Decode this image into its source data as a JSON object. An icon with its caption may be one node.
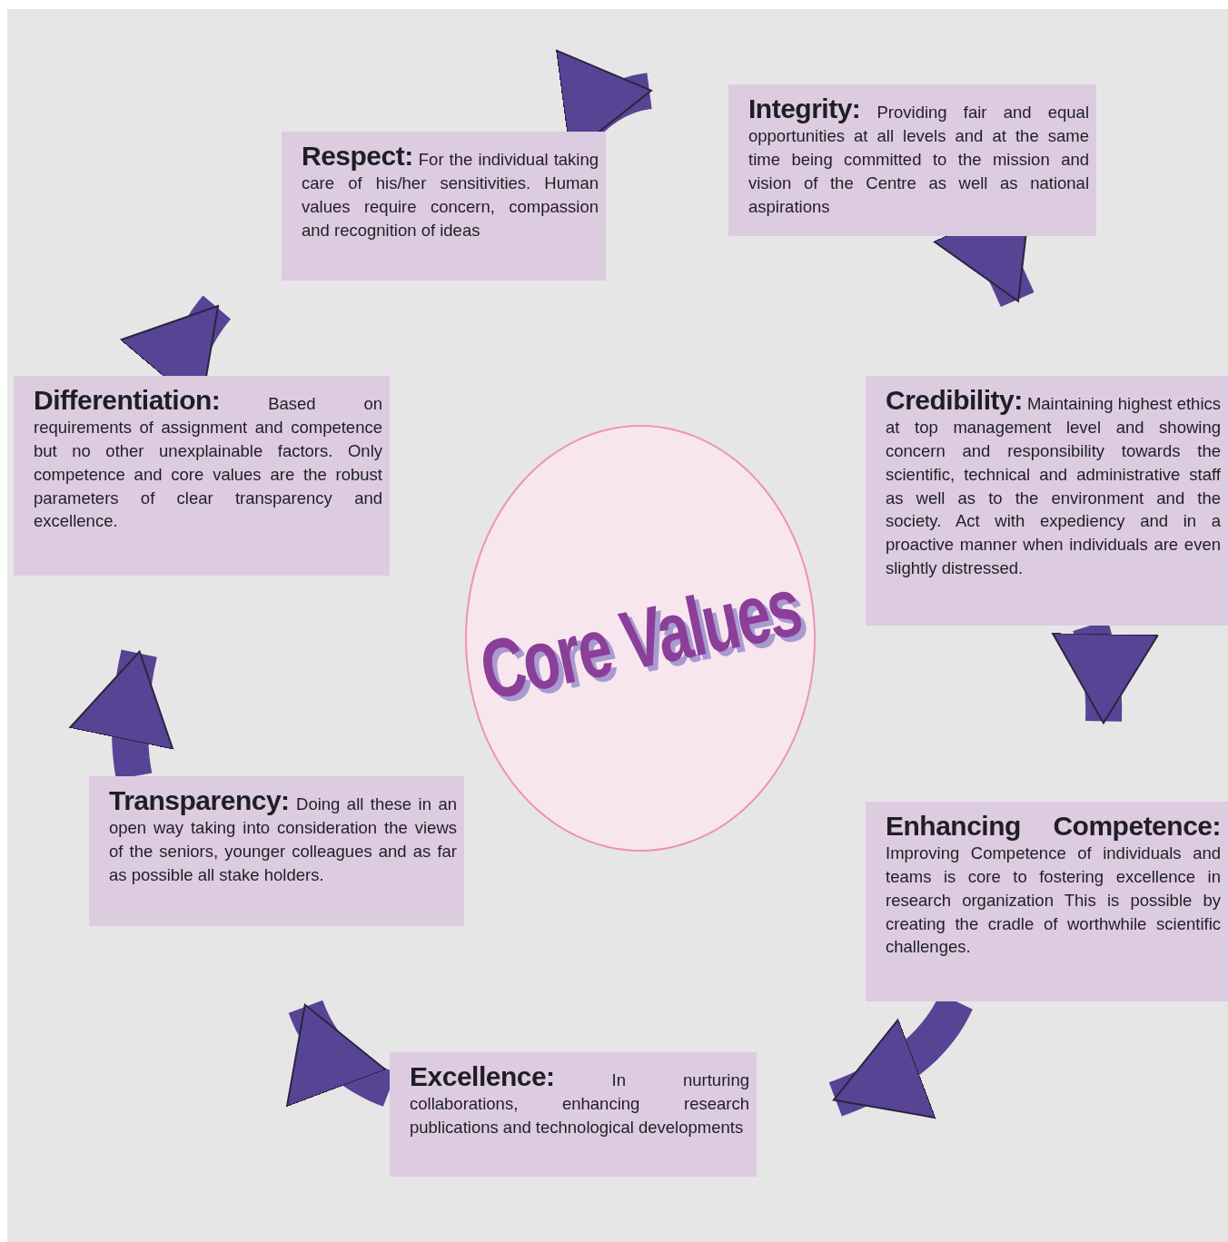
{
  "diagram": {
    "nodes": [
      {
        "text": [
          "Respect:",
          "For the individual taking care of his/her sensitivities. Human values require concern, compassion and recognition of ideas"
        ]
      },
      {
        "text": [
          "Integrity:",
          "Providing fair and equal opportunities at all levels and at the same time being committed to the mission and vision of the Centre as well as national aspirations"
        ]
      },
      {
        "text": [
          "Differentiation:",
          "Based on requirements of assignment and competence but no other unexplainable factors. Only competence and core values are the robust parameters of clear transparency and excellence."
        ]
      },
      {
        "text": [
          "Core Values"
        ]
      },
      {
        "text": [
          "Credibility:",
          "Maintaining highest ethics at top management level and showing concern and responsibility towards the scientific, technical and administrative staff as well as to the environment and the society. Act with expediency and in a proactive manner when individuals are even slightly distressed."
        ]
      },
      {
        "text": [
          "Transparency:",
          "Doing all these in an open way taking into consideration the views of the seniors, younger colleagues and as far as possible all stake holders."
        ]
      },
      {
        "text": [
          "Enhancing Competence:",
          "Improving Competence of individuals and teams is core to fostering excellence in research organization This is possible by creating the cradle of worthwhile scientific challenges."
        ]
      },
      {
        "text": [
          "Excellence:",
          "In nurturing collaborations, enhancing research publications and technological developments"
        ]
      }
    ],
    "edges": [
      {
        "from": 0,
        "to": 1,
        "arrow": "to"
      },
      {
        "from": 1,
        "to": 4,
        "arrow": "to"
      },
      {
        "from": 4,
        "to": 6,
        "arrow": "to"
      },
      {
        "from": 6,
        "to": 7,
        "arrow": "to"
      },
      {
        "from": 7,
        "to": 5,
        "arrow": "to"
      },
      {
        "from": 5,
        "to": 2,
        "arrow": "to"
      },
      {
        "from": 2,
        "to": 0,
        "arrow": "to"
      }
    ]
  }
}
